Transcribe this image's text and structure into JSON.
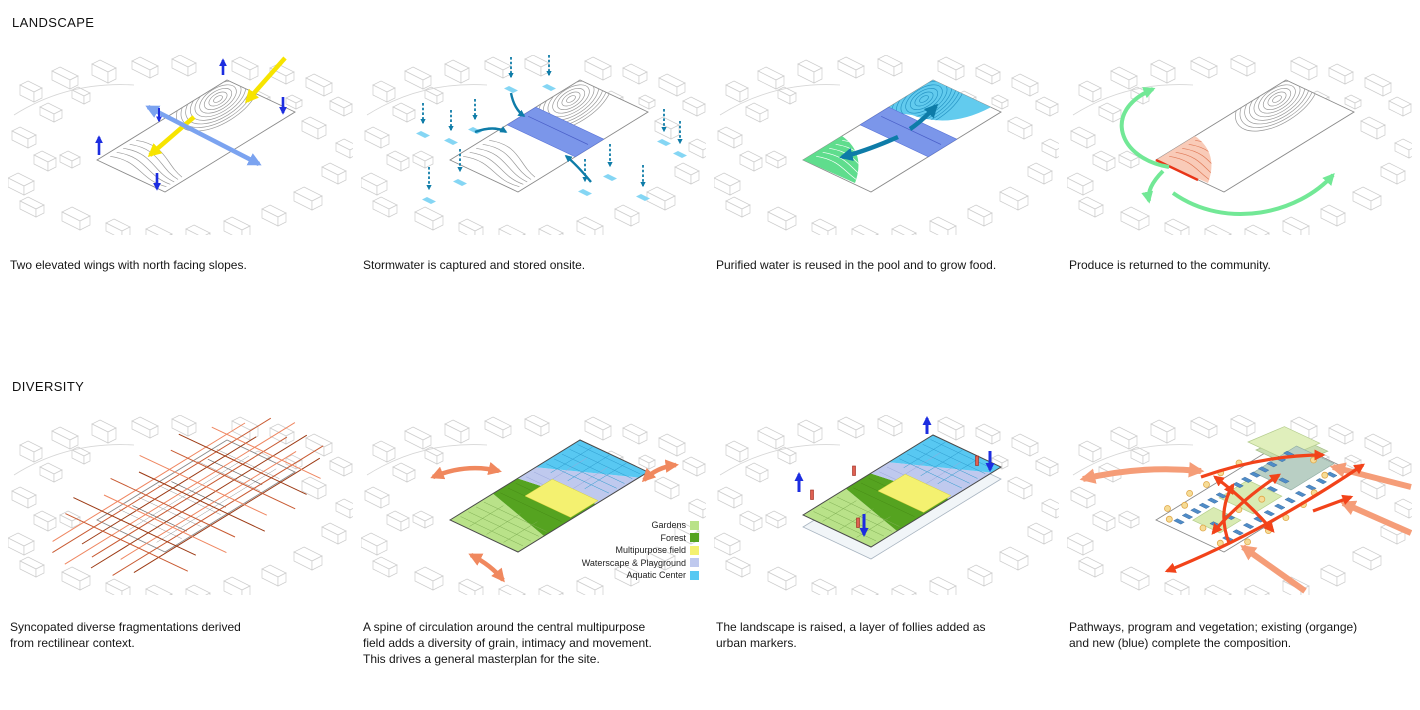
{
  "sections": [
    {
      "title": "LANDSCAPE",
      "panels": [
        {
          "caption": "Two elevated wings with north facing slopes."
        },
        {
          "caption": "Stormwater is captured and stored onsite."
        },
        {
          "caption": "Purified water is reused in the pool and to grow food."
        },
        {
          "caption": "Produce is returned to the community."
        }
      ]
    },
    {
      "title": "DIVERSITY",
      "panels": [
        {
          "caption": "Syncopated diverse fragmentations derived\nfrom rectilinear context."
        },
        {
          "caption": "A spine of circulation around the central multipurpose\nfield adds a diversity of grain, intimacy and movement.\nThis drives a general masterplan for the site."
        },
        {
          "caption": "The landscape is raised, a layer of follies added as\nurban markers."
        },
        {
          "caption": "Pathways, program and vegetation; existing (organge)\nand new (blue) complete the composition."
        }
      ]
    }
  ],
  "legend": {
    "items": [
      {
        "label": "Gardens",
        "color": "#b9e289"
      },
      {
        "label": "Forest",
        "color": "#55a320"
      },
      {
        "label": "Multipurpose field",
        "color": "#f4f170"
      },
      {
        "label": "Waterscape & Playground",
        "color": "#bfc9ee"
      },
      {
        "label": "Aquatic Center",
        "color": "#58c8f2"
      }
    ]
  },
  "palette": {
    "sun_yellow": "#f7e400",
    "wind_light_blue": "#7ba3f0",
    "flow_dark_blue": "#1c2de0",
    "water_teal": "#0e7ca8",
    "stormwater_patch_blue": "#85d6f4",
    "storage_purple": "#7b96ea",
    "pool_cyan": "#62cbee",
    "food_green": "#5fdd8d",
    "produce_arrow_green": "#72e896",
    "produce_edge_red": "#e83517",
    "fragmentation_orange": "#ef8660",
    "circulation_salmon": "#f0885e",
    "pathway_red": "#f2431a",
    "pathway_salmon": "#f59d78",
    "folly_red": "#df6052",
    "context_gray": "#cdcdcd"
  }
}
